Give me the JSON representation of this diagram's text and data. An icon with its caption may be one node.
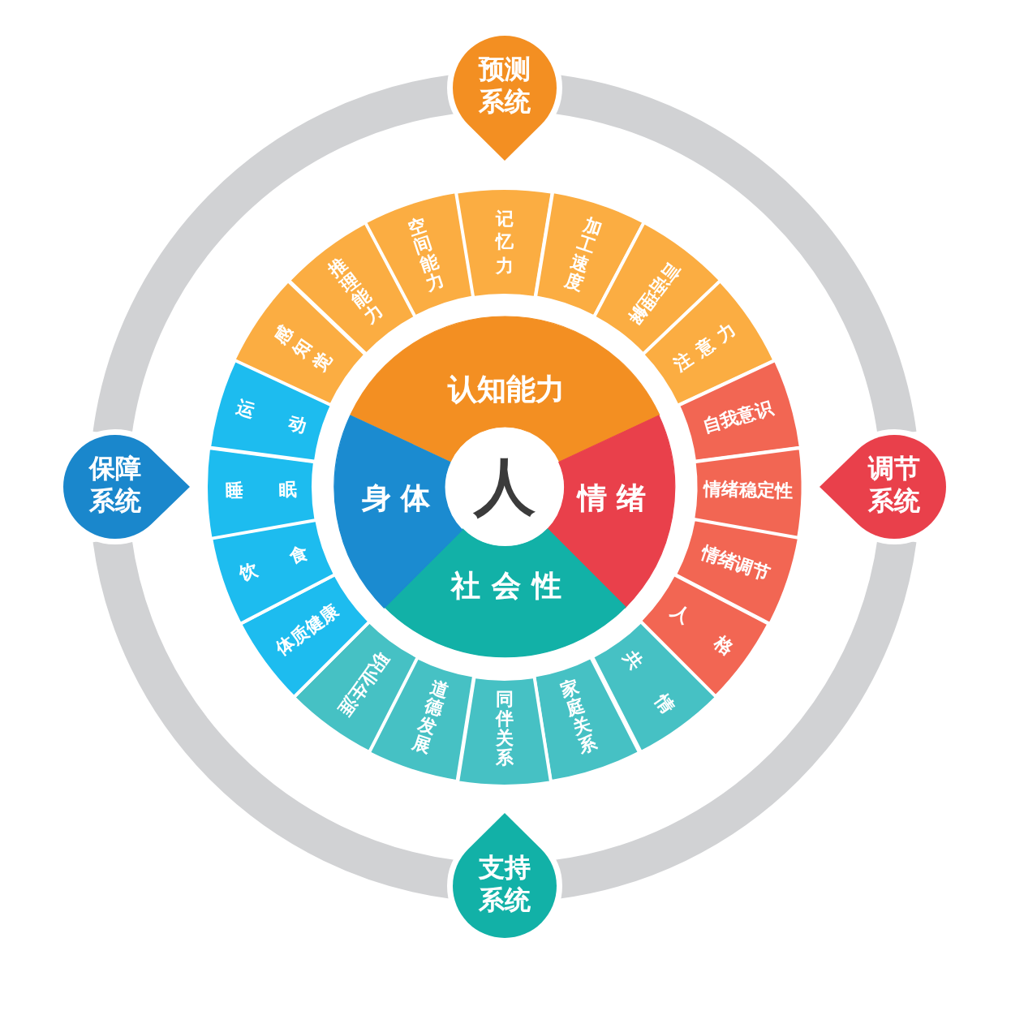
{
  "diagram": {
    "nodes": [
      {
        "text": [
          "人"
        ]
      },
      {
        "text": [
          "认知能力"
        ]
      },
      {
        "text": [
          "情绪"
        ]
      },
      {
        "text": [
          "社会性"
        ]
      },
      {
        "text": [
          "身体"
        ]
      },
      {
        "text": [
          "感知觉"
        ]
      },
      {
        "text": [
          "推理能力"
        ]
      },
      {
        "text": [
          "空间能力"
        ]
      },
      {
        "text": [
          "记忆力"
        ]
      },
      {
        "text": [
          "加工速度"
        ]
      },
      {
        "text": [
          "言语理解"
        ]
      },
      {
        "text": [
          "注意力"
        ]
      },
      {
        "text": [
          "自我意识"
        ]
      },
      {
        "text": [
          "情绪稳定性"
        ]
      },
      {
        "text": [
          "情绪调节"
        ]
      },
      {
        "text": [
          "人格"
        ]
      },
      {
        "text": [
          "共情"
        ]
      },
      {
        "text": [
          "家庭关系"
        ]
      },
      {
        "text": [
          "同伴关系"
        ]
      },
      {
        "text": [
          "道德发展"
        ]
      },
      {
        "text": [
          "职业生涯"
        ]
      },
      {
        "text": [
          "体质健康"
        ]
      },
      {
        "text": [
          "饮食"
        ]
      },
      {
        "text": [
          "睡眠"
        ]
      },
      {
        "text": [
          "运动"
        ]
      },
      {
        "text": [
          "预测系统"
        ]
      },
      {
        "text": [
          "调节系统"
        ]
      },
      {
        "text": [
          "支持系统"
        ]
      },
      {
        "text": [
          "保障系统"
        ]
      }
    ],
    "edges": [
      {
        "from": 25,
        "to": 26,
        "arrow": "none"
      },
      {
        "from": 26,
        "to": 27,
        "arrow": "none"
      },
      {
        "from": 27,
        "to": 28,
        "arrow": "none"
      },
      {
        "from": 28,
        "to": 25,
        "arrow": "none"
      }
    ]
  }
}
